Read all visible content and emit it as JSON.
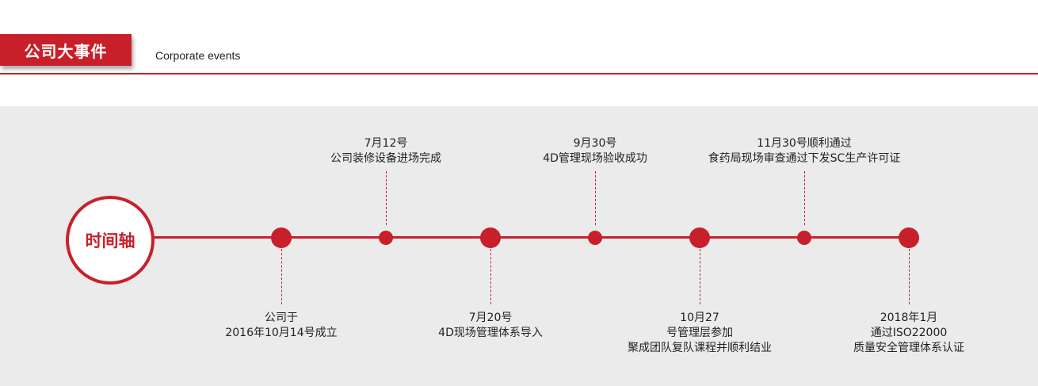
{
  "header": {
    "title": "公司大事件",
    "subtitle": "Corporate events"
  },
  "timeline": {
    "label": "时间轴",
    "events": [
      {
        "lines": [
          "公司于",
          "2016年10月14号成立"
        ]
      },
      {
        "lines": [
          "7月12号",
          "公司装修设备进场完成"
        ]
      },
      {
        "lines": [
          "7月20号",
          "4D现场管理体系导入"
        ]
      },
      {
        "lines": [
          "9月30号",
          "4D管理现场验收成功"
        ]
      },
      {
        "lines": [
          "10月27",
          "号管理层参加",
          "聚成团队复队课程并顺利结业"
        ]
      },
      {
        "lines": [
          "11月30号顺利通过",
          "食药局现场审查通过下发SC生产许可证"
        ]
      },
      {
        "lines": [
          "2018年1月",
          "通过ISO22000",
          "质量安全管理体系认证"
        ]
      }
    ]
  },
  "colors": {
    "accent": "#c8202a",
    "panel_bg": "#ebebeb"
  }
}
